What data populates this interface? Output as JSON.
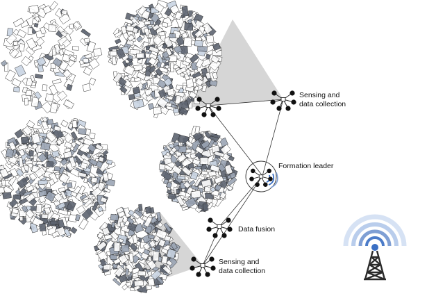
{
  "labels": {
    "sensing_top": [
      "Sensing and",
      "data collection"
    ],
    "formation_leader": "Formation leader",
    "data_fusion": "Data fusion",
    "sensing_bottom": [
      "Sensing and",
      "data collection"
    ]
  },
  "colors": {
    "accent_blue": "#3a6fc4",
    "ring_blue_light": "#b9cdec",
    "ring_blue_mid": "#7f9fd4",
    "tower_dark": "#2a2a2a",
    "sensor_cone_gray": "#c8c8c8",
    "drone_node": "#111111",
    "link_line": "#333333"
  },
  "icons": {
    "clusters": "molecular-cluster-icon",
    "drone": "drone-icon",
    "tower": "radio-tower-icon",
    "signal": "signal-waves-icon"
  }
}
